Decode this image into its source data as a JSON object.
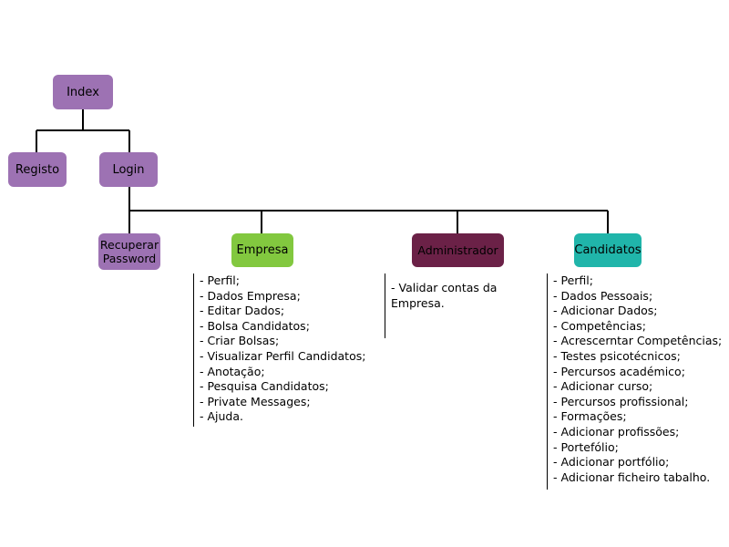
{
  "colors": {
    "purple": "#9d72b3",
    "green": "#82c83f",
    "maroon": "#6b2147",
    "teal": "#20b5aa",
    "line": "#000000"
  },
  "nodes": {
    "index": "Index",
    "registo": "Registo",
    "login": "Login",
    "recuperar_password": "Recuperar\nPassword",
    "empresa": "Empresa",
    "administrador": "Administrador",
    "candidatos": "Candidatos"
  },
  "lists": {
    "empresa": [
      "- Perfil;",
      "- Dados Empresa;",
      "- Editar Dados;",
      "- Bolsa Candidatos;",
      "- Criar Bolsas;",
      "- Visualizar Perfil Candidatos;",
      "- Anotação;",
      "- Pesquisa Candidatos;",
      "- Private Messages;",
      "- Ajuda."
    ],
    "administrador": [
      "- Validar contas da Empresa."
    ],
    "candidatos": [
      "- Perfil;",
      "- Dados Pessoais;",
      "- Adicionar Dados;",
      "- Competências;",
      "- Acrescerntar Competências;",
      "- Testes psicotécnicos;",
      "- Percursos académico;",
      "- Adicionar curso;",
      "- Percursos profissional;",
      "- Formações;",
      "- Adicionar profissões;",
      "- Portefólio;",
      "- Adicionar portfólio;",
      "- Adicionar ficheiro tabalho."
    ]
  }
}
